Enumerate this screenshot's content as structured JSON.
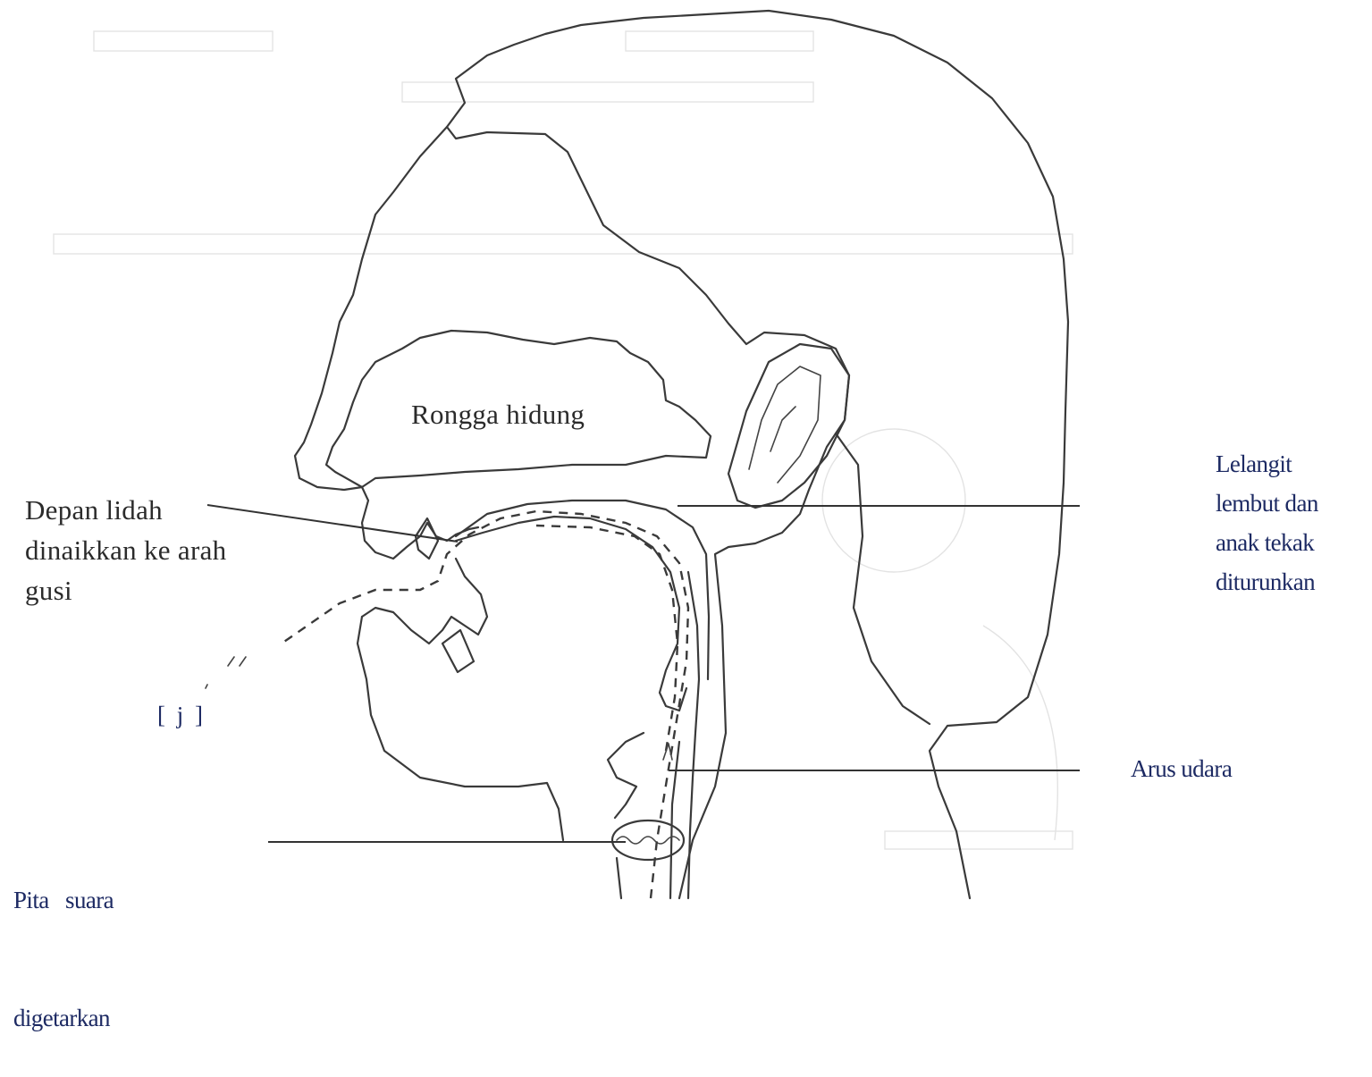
{
  "labels": {
    "nasal_cavity": "Rongga hidung",
    "tongue_front": [
      "Depan lidah",
      "dinaikkan ke arah",
      "gusi"
    ],
    "soft_palate": [
      "Lelangit",
      "lembut dan",
      "anak tekak",
      "diturunkan"
    ],
    "airflow": "Arus udara",
    "vocal_cords": [
      "Pita   suara",
      "digetarkan"
    ],
    "phoneme": "[ j ]"
  },
  "colors": {
    "outline": "#3a3a3a",
    "dark_label": "#2b2b2b",
    "blue_label": "#1d2a63"
  }
}
